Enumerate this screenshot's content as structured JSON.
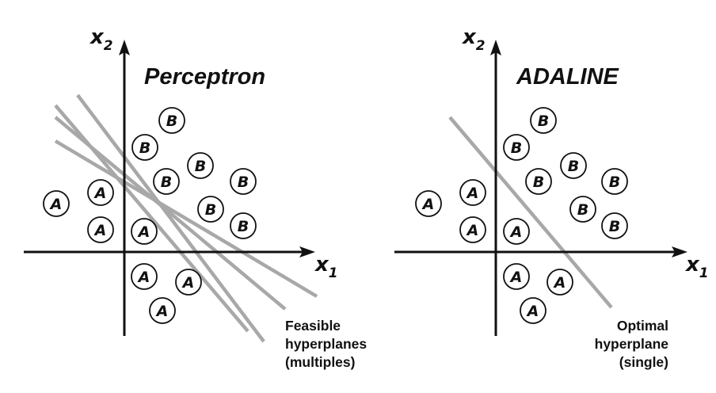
{
  "panels": [
    {
      "id": "perceptron",
      "title": "Perceptron",
      "x_axis": {
        "label": "x",
        "subscript": "1"
      },
      "y_axis": {
        "label": "x",
        "subscript": "2"
      },
      "caption": [
        "Feasible",
        "hyperplanes",
        "(multiples)"
      ],
      "points": [
        {
          "label": "A"
        },
        {
          "label": "A"
        },
        {
          "label": "A"
        },
        {
          "label": "A"
        },
        {
          "label": "A"
        },
        {
          "label": "A"
        },
        {
          "label": "A"
        },
        {
          "label": "B"
        },
        {
          "label": "B"
        },
        {
          "label": "B"
        },
        {
          "label": "B"
        },
        {
          "label": "B"
        },
        {
          "label": "B"
        },
        {
          "label": "B"
        }
      ]
    },
    {
      "id": "adaline",
      "title": "ADALINE",
      "x_axis": {
        "label": "x",
        "subscript": "1"
      },
      "y_axis": {
        "label": "x",
        "subscript": "2"
      },
      "caption": [
        "Optimal",
        "hyperplane",
        "(single)"
      ],
      "points": [
        {
          "label": "A"
        },
        {
          "label": "A"
        },
        {
          "label": "A"
        },
        {
          "label": "A"
        },
        {
          "label": "A"
        },
        {
          "label": "A"
        },
        {
          "label": "A"
        },
        {
          "label": "B"
        },
        {
          "label": "B"
        },
        {
          "label": "B"
        },
        {
          "label": "B"
        },
        {
          "label": "B"
        },
        {
          "label": "B"
        },
        {
          "label": "B"
        }
      ]
    }
  ],
  "colors": {
    "ink": "#111111",
    "hyperplane": "#a8a8a8",
    "background": "#ffffff"
  }
}
